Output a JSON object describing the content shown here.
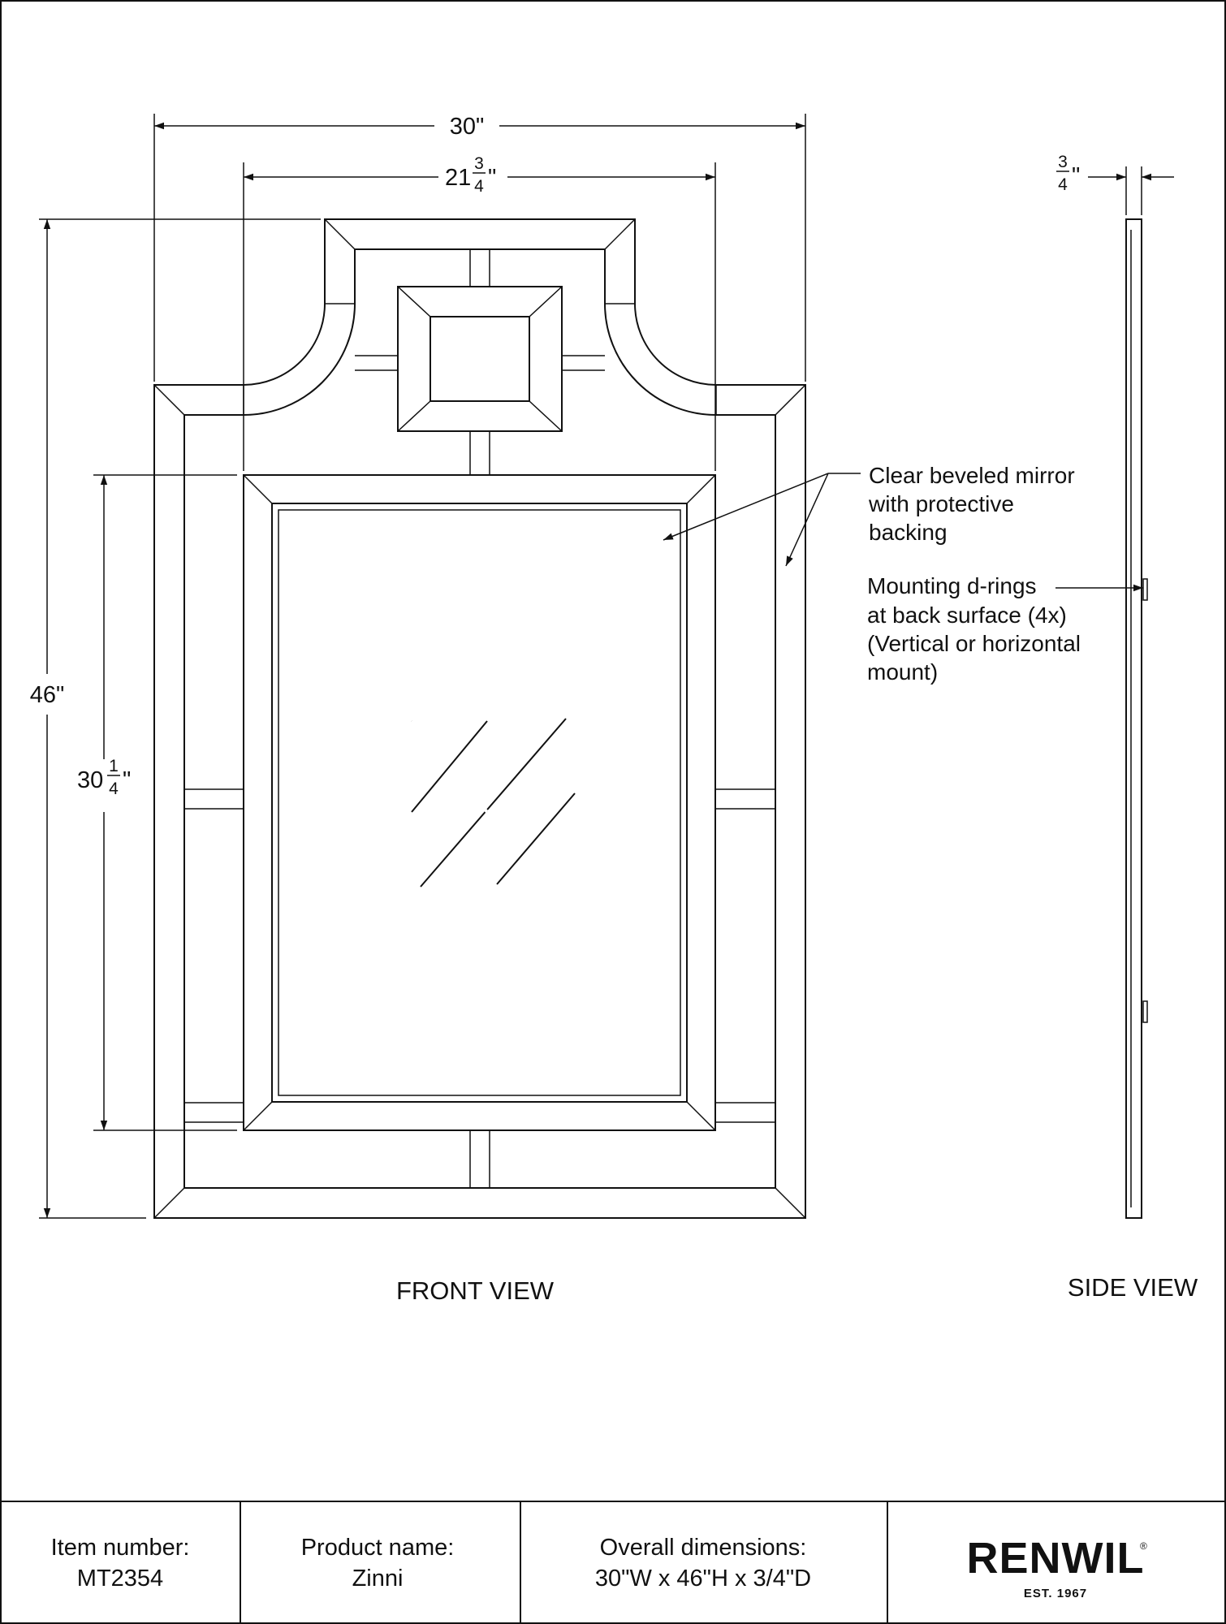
{
  "front_view": {
    "dims": {
      "overall_width": "30\"",
      "mirror_width_whole": "21",
      "mirror_width_num": "3",
      "mirror_width_den": "4",
      "inch_mark": "\"",
      "overall_height": "46\"",
      "mirror_height_whole": "30",
      "mirror_height_num": "1",
      "mirror_height_den": "4"
    },
    "callout_mirror": [
      "Clear beveled mirror",
      "with protective",
      "backing"
    ],
    "callout_mounting": [
      "Mounting d-rings",
      "at back surface (4x)",
      "(Vertical or horizontal",
      "mount)"
    ],
    "label": "FRONT VIEW"
  },
  "side_view": {
    "depth_num": "3",
    "depth_den": "4",
    "inch_mark": "\"",
    "label": "SIDE VIEW"
  },
  "title_block": {
    "item_label": "Item number:",
    "item_value": "MT2354",
    "product_label": "Product name:",
    "product_value": "Zinni",
    "dimensions_label": "Overall dimensions:",
    "dimensions_value": "30\"W x 46\"H x 3/4\"D",
    "brand": "RENWIL",
    "brand_reg": "®",
    "brand_sub": "EST. 1967"
  }
}
